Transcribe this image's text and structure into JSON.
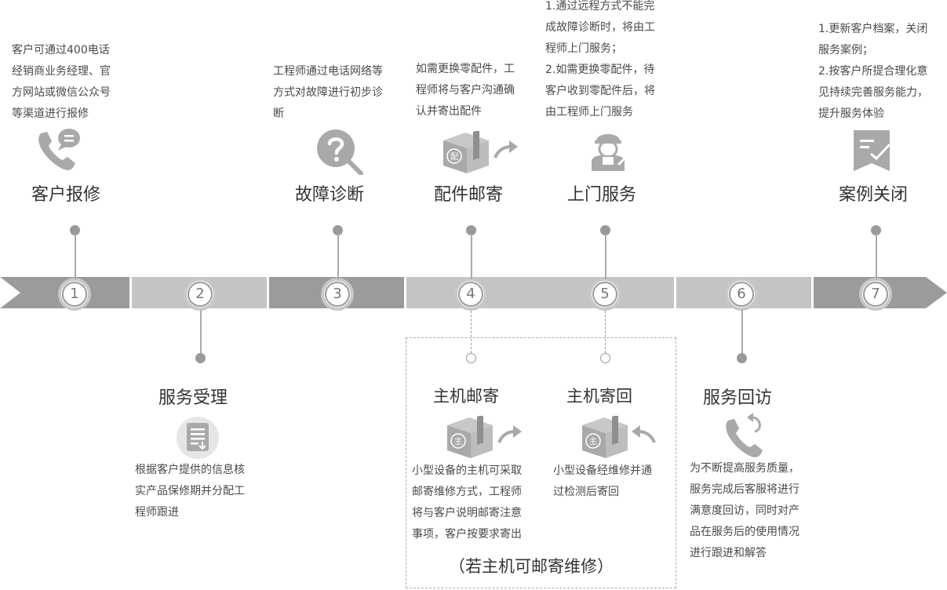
{
  "steps": [
    {
      "num": "1",
      "title": "客户报修",
      "desc": [
        "客户可通过400电话",
        "经销商业务经理、官",
        "方网站或微信公众号",
        "等渠道进行报修"
      ]
    },
    {
      "num": "2",
      "title": "服务受理",
      "desc": [
        "根据客户提供的信息核",
        "实产品保修期并分配工",
        "程师跟进"
      ]
    },
    {
      "num": "3",
      "title": "故障诊断",
      "desc": [
        "工程师通过电话网络等",
        "方式对故障进行初步诊",
        "断"
      ]
    },
    {
      "num": "4",
      "title": "配件邮寄",
      "desc": [
        "如需更换零配件，工",
        "程师将与客户沟通确",
        "认并寄出配件"
      ]
    },
    {
      "num": "5",
      "title": "上门服务",
      "desc": [
        "1.通过远程方式不能完",
        "成故障诊断时，将由工",
        "程师上门服务；",
        "2.如需更换零配件，待",
        "客户收到零配件后，将",
        "由工程师上门服务"
      ]
    },
    {
      "num": "6",
      "title": "服务回访",
      "desc": [
        "为不断提高服务质量，",
        "服务完成后客服将进行",
        "满意度回访，同时对产",
        "品在服务后的使用情况",
        "进行跟进和解答"
      ]
    },
    {
      "num": "7",
      "title": "案例关闭",
      "desc": [
        "1.更新客户档案，关闭",
        "服务案例；",
        "2.按客户所提合理化意",
        "见持续完善服务能力，",
        "提升服务体验"
      ]
    }
  ],
  "branch": {
    "note": "（若主机可邮寄维修）",
    "send": {
      "title": "主机邮寄",
      "desc": [
        "小型设备的主机可采取",
        "邮寄维修方式，工程师",
        "将与客户说明邮寄注意",
        "事项，客户按要求寄出"
      ],
      "box_label": "主"
    },
    "return": {
      "title": "主机寄回",
      "desc": [
        "小型设备经维修并通",
        "过检测后寄回"
      ],
      "box_label": "主"
    }
  },
  "parts_box_label": "配",
  "icons": [
    "phone-chat-icon",
    "document-icon",
    "question-search-icon",
    "box-send-icon",
    "engineer-icon",
    "phone-callback-icon",
    "bookmark-check-icon"
  ],
  "colors": {
    "dark_segment": "#9b9b9b",
    "light_segment": "#c4c4c4",
    "icon": "#a9a9a9"
  }
}
